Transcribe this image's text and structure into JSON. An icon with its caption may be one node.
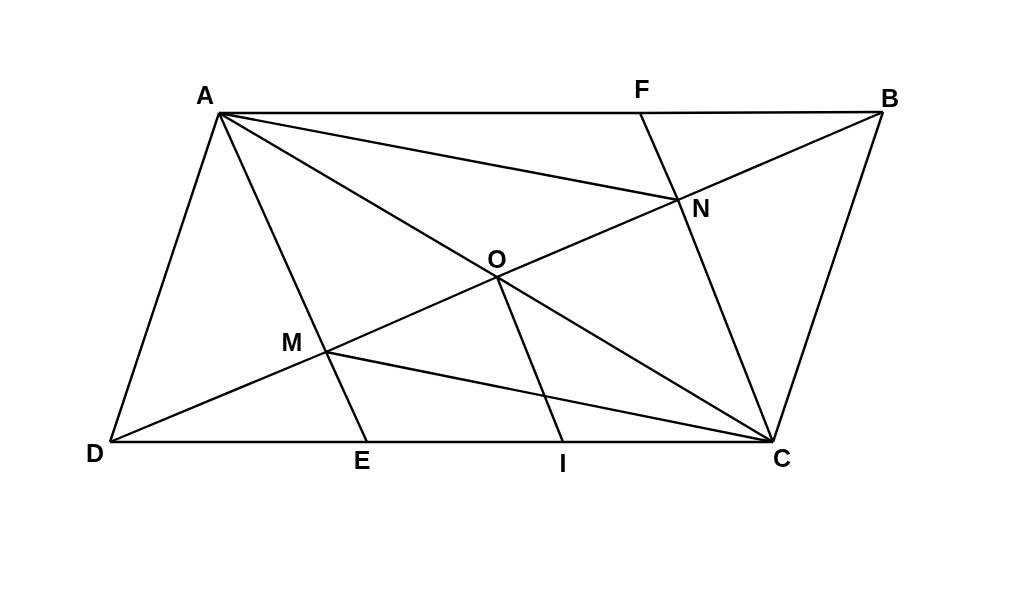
{
  "diagram": {
    "nodes": [
      {
        "text": [
          "A"
        ]
      },
      {
        "text": [
          "F"
        ]
      },
      {
        "text": [
          "B"
        ]
      },
      {
        "text": [
          "N"
        ]
      },
      {
        "text": [
          "O"
        ]
      },
      {
        "text": [
          "M"
        ]
      },
      {
        "text": [
          "D"
        ]
      },
      {
        "text": [
          "E"
        ]
      },
      {
        "text": [
          "I"
        ]
      },
      {
        "text": [
          "C"
        ]
      }
    ],
    "edges": [
      {
        "from": 0,
        "to": 1,
        "arrow": "none"
      },
      {
        "from": 1,
        "to": 2,
        "arrow": "none"
      },
      {
        "from": 2,
        "to": 9,
        "arrow": "none"
      },
      {
        "from": 6,
        "to": 7,
        "arrow": "none"
      },
      {
        "from": 7,
        "to": 8,
        "arrow": "none"
      },
      {
        "from": 8,
        "to": 9,
        "arrow": "none"
      },
      {
        "from": 6,
        "to": 0,
        "arrow": "none"
      },
      {
        "from": 0,
        "to": 4,
        "arrow": "none"
      },
      {
        "from": 4,
        "to": 9,
        "arrow": "none"
      },
      {
        "from": 6,
        "to": 5,
        "arrow": "none"
      },
      {
        "from": 5,
        "to": 4,
        "arrow": "none"
      },
      {
        "from": 4,
        "to": 3,
        "arrow": "none"
      },
      {
        "from": 3,
        "to": 2,
        "arrow": "none"
      },
      {
        "from": 0,
        "to": 5,
        "arrow": "none"
      },
      {
        "from": 5,
        "to": 7,
        "arrow": "none"
      },
      {
        "from": 1,
        "to": 3,
        "arrow": "none"
      },
      {
        "from": 3,
        "to": 9,
        "arrow": "none"
      },
      {
        "from": 0,
        "to": 3,
        "arrow": "none"
      },
      {
        "from": 5,
        "to": 9,
        "arrow": "none"
      },
      {
        "from": 4,
        "to": 8,
        "arrow": "none"
      }
    ]
  }
}
